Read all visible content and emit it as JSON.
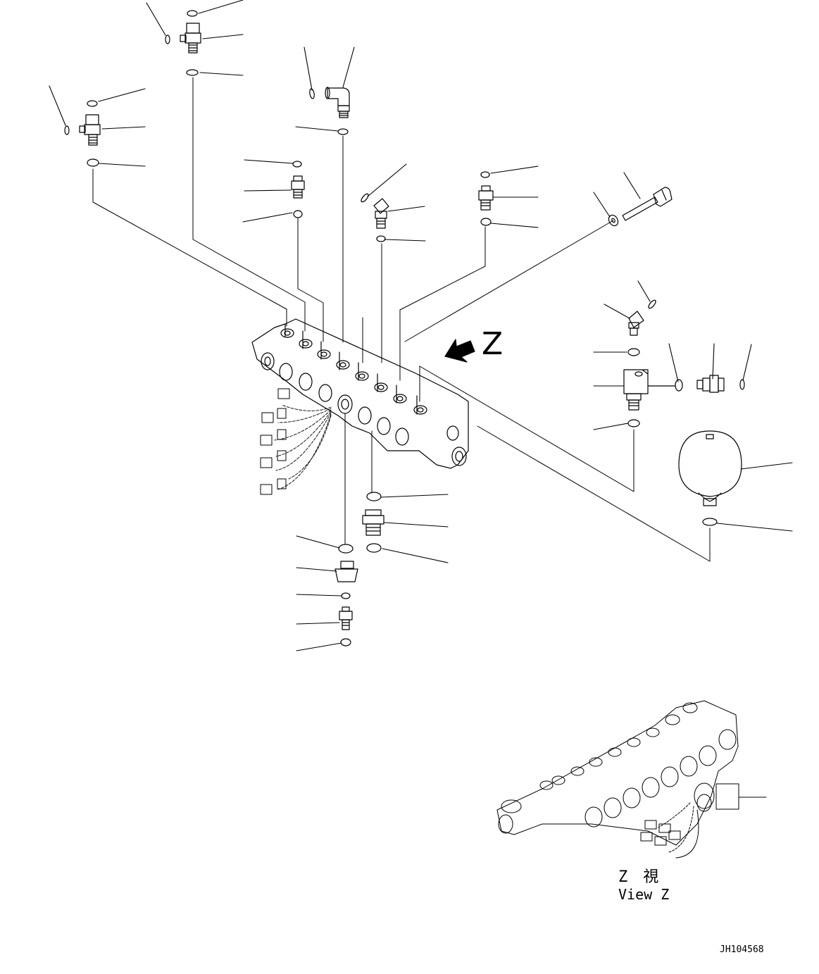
{
  "view_arrow_label": "Z",
  "view_caption_jp": "Z　視",
  "view_caption_en": "View Z",
  "drawing_code": "JH104568"
}
